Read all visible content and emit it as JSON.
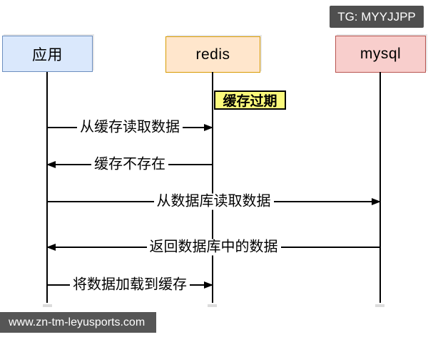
{
  "watermark_top": {
    "label": "TG: MYYJJPP",
    "bg_color": "#4f4f4f",
    "text_color": "#ffffff"
  },
  "watermark_bottom": {
    "label": "www.zn-tm-leyusports.com",
    "bg_color": "#565656",
    "text_color": "#ffffff"
  },
  "diagram": {
    "type": "sequence-diagram",
    "line_color": "#000000",
    "background_color": "#ffffff",
    "actors": [
      {
        "id": "app",
        "label": "应用",
        "fill": "#dae8fc",
        "border": "#6c8ebf"
      },
      {
        "id": "redis",
        "label": "redis",
        "fill": "#ffe6cc",
        "border": "#d79b00"
      },
      {
        "id": "mysql",
        "label": "mysql",
        "fill": "#f8cecc",
        "border": "#b85450"
      }
    ],
    "note": {
      "label": "缓存过期",
      "fill": "#fbfa7c",
      "border": "#000000",
      "attached_to": "redis"
    },
    "messages": [
      {
        "from": "应用",
        "to": "redis",
        "label": "从缓存读取数据"
      },
      {
        "from": "redis",
        "to": "应用",
        "label": "缓存不存在"
      },
      {
        "from": "应用",
        "to": "mysql",
        "label": "从数据库读取数据"
      },
      {
        "from": "mysql",
        "to": "应用",
        "label": "返回数据库中的数据"
      },
      {
        "from": "应用",
        "to": "redis",
        "label": "将数据加载到缓存"
      }
    ]
  }
}
